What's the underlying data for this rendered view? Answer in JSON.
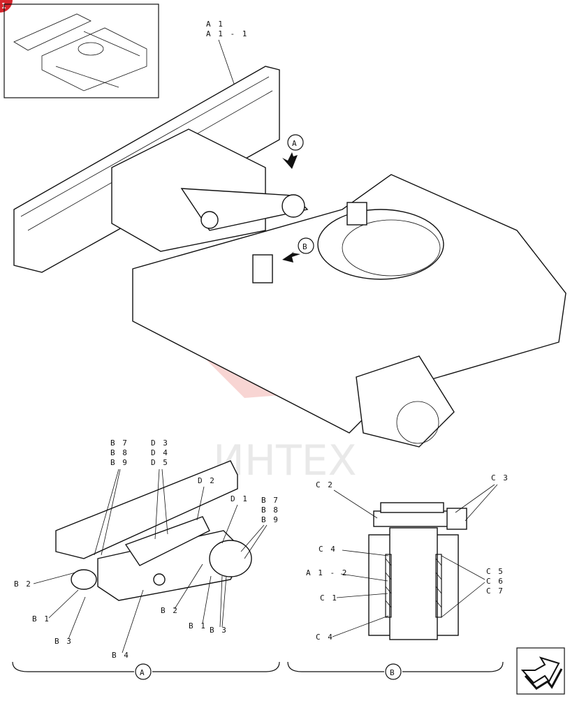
{
  "page_marker": "1",
  "watermark_text": "ИНТЕХ",
  "main_view": {
    "callout_a1": "A 1",
    "callout_a1_1": "A 1 - 1",
    "arrow_a": "A",
    "arrow_b": "B"
  },
  "detail_a": {
    "label": "A",
    "callouts": {
      "b7_b8_b9_left": [
        "B 7",
        "B 8",
        "B 9"
      ],
      "d3_d4_d5": [
        "D 3",
        "D 4",
        "D 5"
      ],
      "d2": "D 2",
      "d1": "D 1",
      "b7_b8_b9_right": [
        "B 7",
        "B 8",
        "B 9"
      ],
      "b2_left": "B 2",
      "b1_left": "B 1",
      "b3_left": "B 3",
      "b4": "B 4",
      "b2_right": "B 2",
      "b1_right": "B 1",
      "b3_right": "B 3"
    }
  },
  "detail_b": {
    "label": "B",
    "callouts": {
      "c2": "C 2",
      "c3": "C 3",
      "c4_top": "C 4",
      "a1_2": "A 1 - 2",
      "c1": "C 1",
      "c4_bottom": "C 4",
      "c5_c6_c7": [
        "C 5",
        "C 6",
        "C 7"
      ]
    }
  },
  "nav": {
    "icon": "next-page-arrow-icon"
  }
}
